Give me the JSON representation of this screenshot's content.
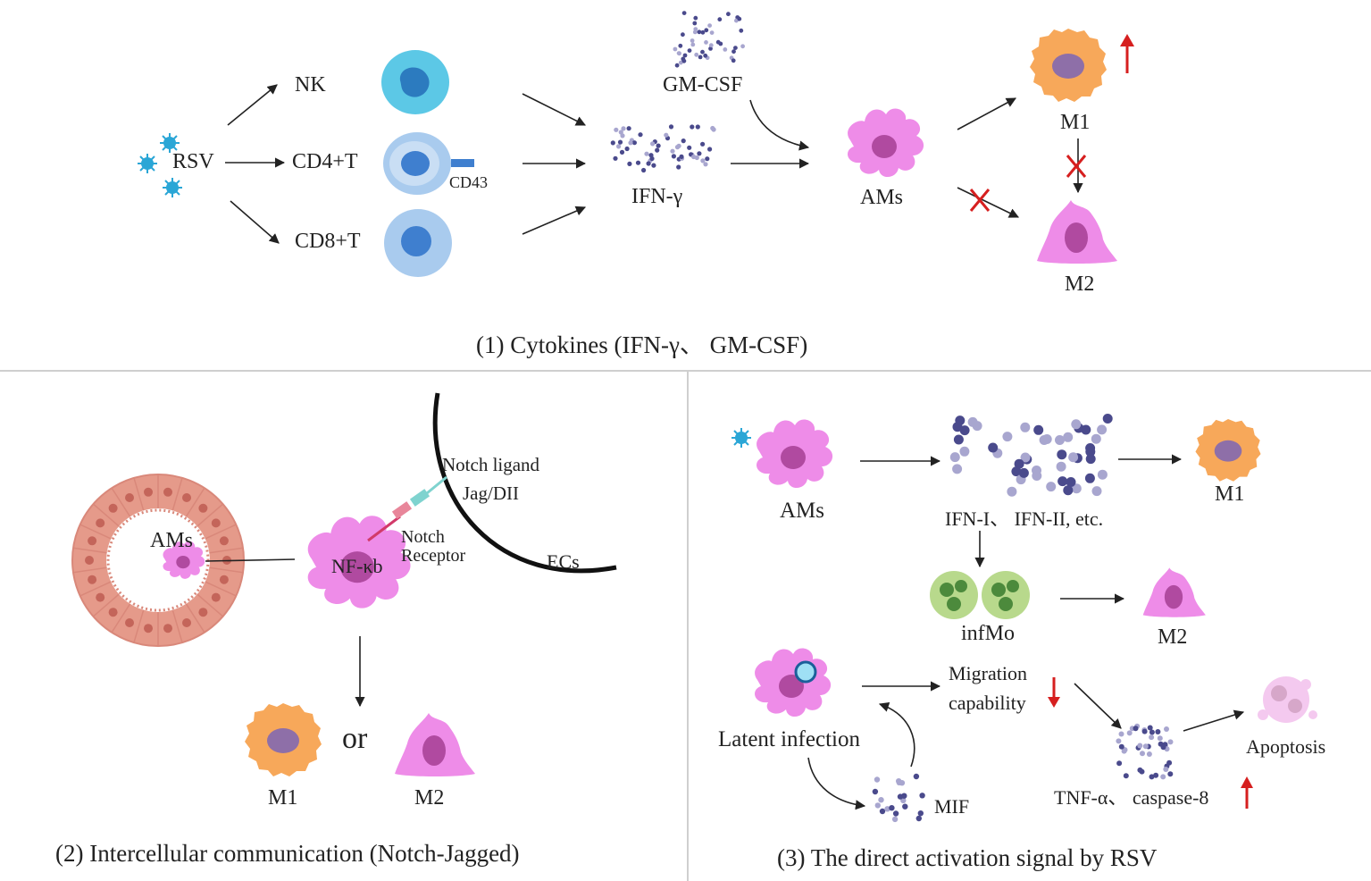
{
  "panel1": {
    "rsv": "RSV",
    "nk": "NK",
    "cd4": "CD4+T",
    "cd8": "CD8+T",
    "cd43": "CD43",
    "gmcsf": "GM-CSF",
    "ifng": "IFN-γ",
    "ams": "AMs",
    "m1": "M1",
    "m2": "M2",
    "caption": "(1)  Cytokines  (IFN-γ、  GM-CSF)"
  },
  "panel2": {
    "ams": "AMs",
    "nfkb": "NF-κb",
    "notch_ligand": "Notch ligand",
    "jag": "Jag/DII",
    "notch": "Notch",
    "receptor": "Receptor",
    "ecs": "ECs",
    "or": "or",
    "m1": "M1",
    "m2": "M2",
    "caption": "(2)  Intercellular communication  (Notch-Jagged)"
  },
  "panel3": {
    "ams": "AMs",
    "ifn": "IFN-I、 IFN-II, etc.",
    "m1": "M1",
    "infmo": "infMo",
    "m2": "M2",
    "migration": "Migration",
    "capability": "capability",
    "latent": "Latent infection",
    "mif": "MIF",
    "tnf": "TNF-α、 caspase-8",
    "apoptosis": "Apoptosis",
    "caption": "(3)  The direct activation signal by RSV"
  },
  "colors": {
    "virus": "#2aa6d6",
    "nk": "#5cc8e6",
    "tcell": "#a9cbee",
    "nucleus_blue": "#3f7fcf",
    "am_pink": "#ee8ce8",
    "am_nucleus": "#b04aa0",
    "m1_orange": "#f7a85a",
    "m1_nucleus": "#8e6fa8",
    "dots": "#4a4a8c",
    "dots_light": "#a8a6cf",
    "red": "#d61f1f",
    "epithelium": "#e59a8a",
    "divider": "#cfcfcf"
  }
}
